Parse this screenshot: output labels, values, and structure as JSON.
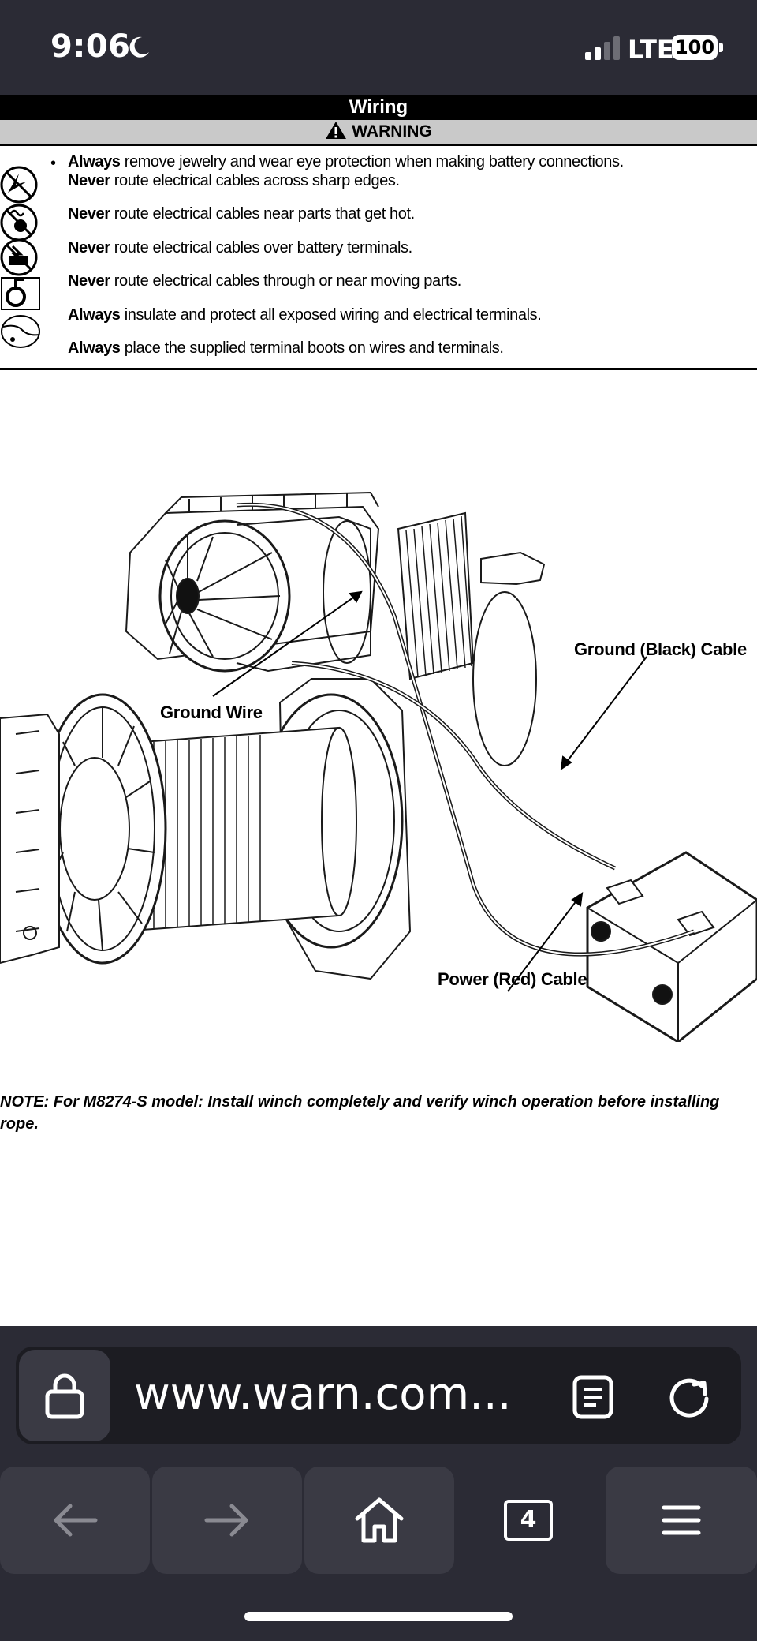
{
  "status_bar": {
    "time": "9:06",
    "network": "LTE",
    "battery": "100"
  },
  "document": {
    "section_title": "Wiring",
    "warning_label": "WARNING",
    "warnings": [
      {
        "bold": "Always",
        "text": " remove jewelry and wear eye protection when making battery connections."
      },
      {
        "bold": "Never",
        "text": " route electrical cables across sharp edges."
      },
      {
        "bold": "Never",
        "text": " route electrical cables near parts that get hot."
      },
      {
        "bold": "Never",
        "text": " route electrical cables over battery terminals."
      },
      {
        "bold": "Never",
        "text": " route electrical cables through or near moving parts."
      },
      {
        "bold": "Always",
        "text": " insulate and protect all exposed wiring and electrical terminals."
      },
      {
        "bold": "Always",
        "text": " place the supplied terminal boots on wires and terminals."
      }
    ],
    "diagram_labels": {
      "ground_black": "Ground (Black) Cable",
      "ground_wire": "Ground Wire",
      "power_red": "Power (Red) Cable"
    },
    "note_line1": "NOTE:  For M8274-S model:  Install winch completely and verify winch operation before installing",
    "note_line2": "rope."
  },
  "browser": {
    "url": "www.warn.com...",
    "tabs_count": "4"
  }
}
